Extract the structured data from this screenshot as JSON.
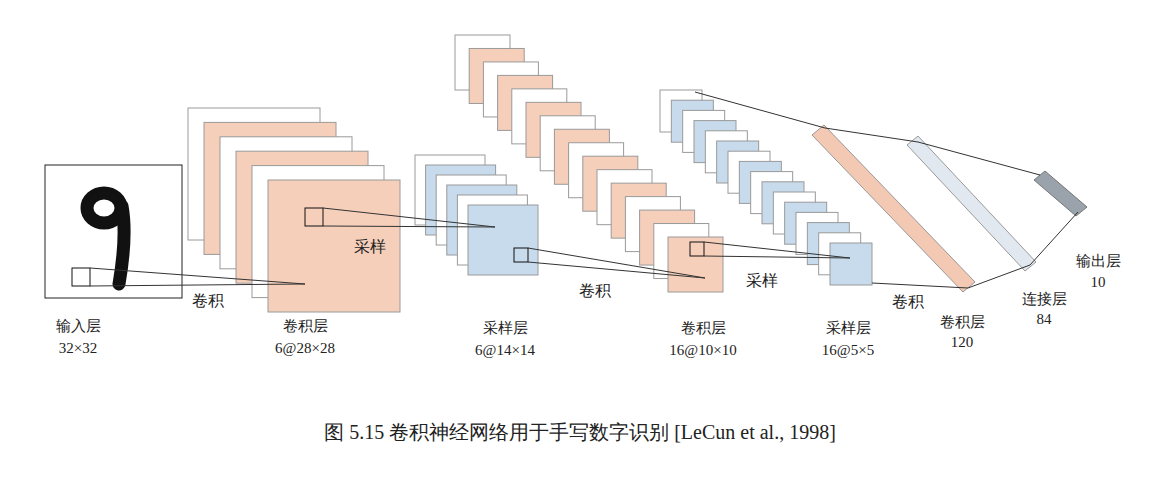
{
  "diagram": {
    "caption": "图 5.15 卷积神经网络用于手写数字识别 [LeCun et al., 1998]",
    "nodes": [
      {
        "text": [
          "输入层",
          "32×32"
        ]
      },
      {
        "text": [
          "卷积层",
          "6@28×28"
        ]
      },
      {
        "text": [
          "采样层",
          "6@14×14"
        ]
      },
      {
        "text": [
          "卷积层",
          "16@10×10"
        ]
      },
      {
        "text": [
          "采样层",
          "16@5×5"
        ]
      },
      {
        "text": [
          "卷积层",
          "120"
        ]
      },
      {
        "text": [
          "连接层",
          "84"
        ]
      },
      {
        "text": [
          "输出层",
          "10"
        ]
      }
    ],
    "edges": [
      {
        "from": 0,
        "to": 1,
        "label": "卷积",
        "arrow": "none"
      },
      {
        "from": 1,
        "to": 2,
        "label": "采样",
        "arrow": "none"
      },
      {
        "from": 2,
        "to": 3,
        "label": "卷积",
        "arrow": "none"
      },
      {
        "from": 3,
        "to": 4,
        "label": "采样",
        "arrow": "none"
      },
      {
        "from": 4,
        "to": 5,
        "label": "卷积",
        "arrow": "none"
      },
      {
        "from": 5,
        "to": 6,
        "arrow": "none"
      },
      {
        "from": 6,
        "to": 7,
        "arrow": "none"
      }
    ]
  }
}
